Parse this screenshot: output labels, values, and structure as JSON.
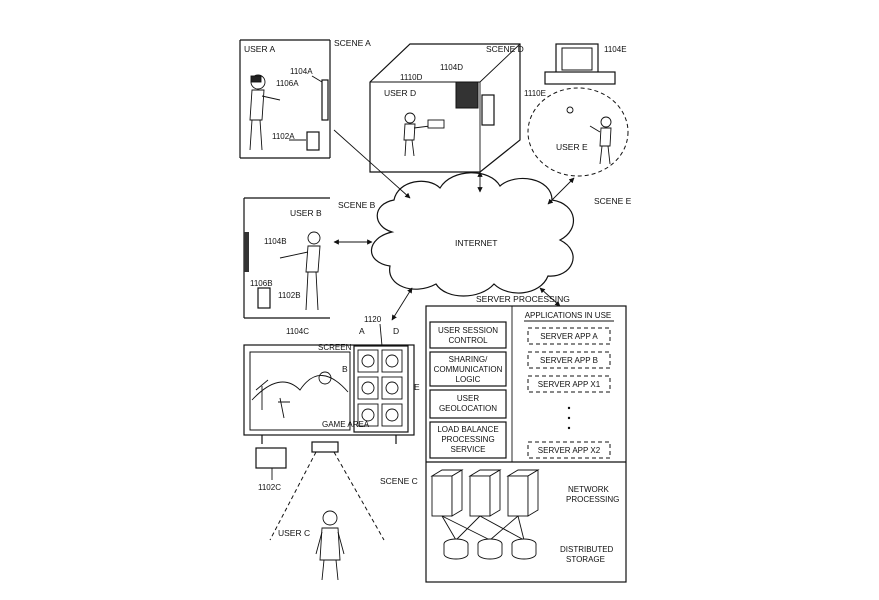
{
  "scenes": {
    "a": {
      "title": "SCENE A",
      "user": "USER A",
      "ref_display": "1104A",
      "ref_hmd": "1106A",
      "ref_controller": "1102A"
    },
    "b": {
      "title": "SCENE B",
      "user": "USER B",
      "ref_display": "1104B",
      "ref_hmd": "1106B",
      "ref_controller": "1102B"
    },
    "c": {
      "title": "SCENE C",
      "user": "USER C",
      "ref_display": "1104C",
      "ref_panel": "1120",
      "ref_controller": "1102C",
      "screen_label": "SCREEN",
      "game_area_label": "GAME AREA",
      "panel_a": "A",
      "panel_b": "B",
      "panel_d": "D",
      "panel_e": "E"
    },
    "d": {
      "title": "SCENE D",
      "user": "USER D",
      "ref_display": "1104D",
      "ref_camera": "1110D"
    },
    "e": {
      "title": "SCENE E",
      "user": "USER E",
      "ref_display": "1104E",
      "ref_camera": "1110E"
    }
  },
  "internet": {
    "label": "INTERNET"
  },
  "server": {
    "title": "SERVER PROCESSING",
    "modules": [
      {
        "line1": "USER SESSION",
        "line2": "CONTROL",
        "line3": ""
      },
      {
        "line1": "SHARING/",
        "line2": "COMMUNICATION",
        "line3": "LOGIC"
      },
      {
        "line1": "USER",
        "line2": "GEOLOCATION",
        "line3": ""
      },
      {
        "line1": "LOAD BALANCE",
        "line2": "PROCESSING",
        "line3": "SERVICE"
      }
    ],
    "apps_title": "APPLICATIONS IN USE",
    "apps": [
      "SERVER APP A",
      "SERVER APP B",
      "SERVER APP X1",
      "SERVER APP X2"
    ],
    "network_l1": "NETWORK",
    "network_l2": "PROCESSING",
    "storage_l1": "DISTRIBUTED",
    "storage_l2": "STORAGE"
  }
}
